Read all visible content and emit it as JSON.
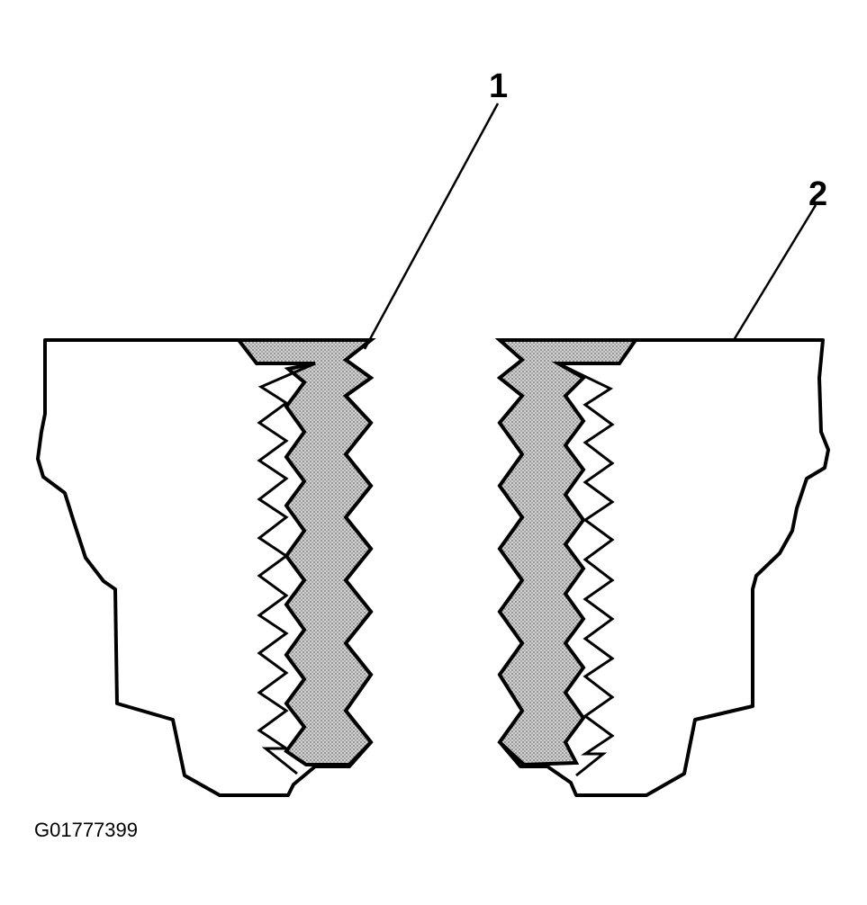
{
  "callouts": [
    {
      "id": "1",
      "label": "1"
    },
    {
      "id": "2",
      "label": "2"
    }
  ],
  "figure_id": "G01777399",
  "colors": {
    "line": "#000000",
    "stipple": "#bdbdbd",
    "background": "#ffffff"
  }
}
